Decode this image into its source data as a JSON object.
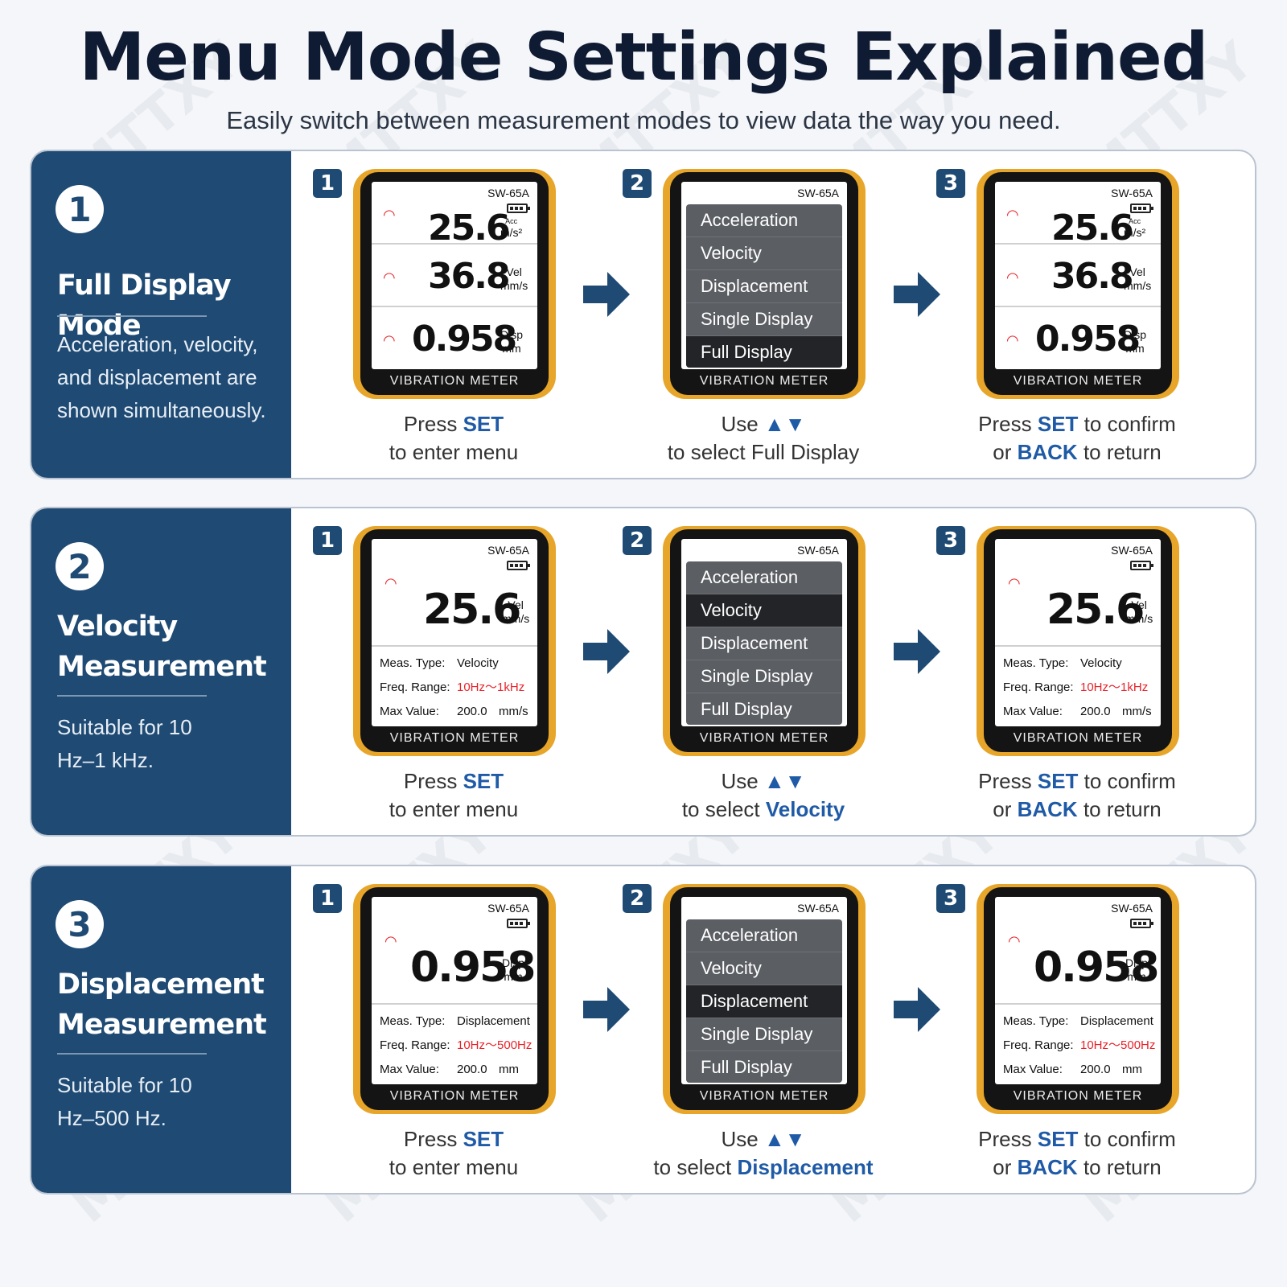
{
  "title": "Menu Mode Settings Explained",
  "subtitle": "Easily switch between measurement modes to view data the way you need.",
  "watermark": "MTTXY",
  "colors": {
    "navy": "#1e4a73",
    "device_orange": "#e7a52a",
    "value_red": "#e8232a",
    "accent_blue": "#1f5aa6"
  },
  "device": {
    "model": "SW-65A",
    "brand": "VIBRATION METER"
  },
  "menu_items": [
    "Acceleration",
    "Velocity",
    "Displacement",
    "Single Display",
    "Full Display"
  ],
  "full_readings": [
    {
      "value": "25.6",
      "label": "Acc",
      "unit": "m/s²"
    },
    {
      "value": "36.8",
      "label": "Vel",
      "unit": "mm/s"
    },
    {
      "value": "0.958",
      "label": "Disp",
      "unit": "mm"
    }
  ],
  "info_labels": {
    "type": "Meas. Type:",
    "freq": "Freq. Range:",
    "max": "Max Value:"
  },
  "captions": {
    "press": "Press",
    "set": "SET",
    "to_enter": "to enter menu",
    "use": "Use",
    "up_down": "▲▼",
    "to_select": "to select",
    "to_confirm": "to confirm",
    "or": "or",
    "back": "BACK",
    "to_return": "to return",
    "full_display": "Full Display"
  },
  "sections": [
    {
      "number": "1",
      "title": "Full Display Mode",
      "description": "Acceleration, velocity, and displacement are shown simultaneously.",
      "selected": "Full Display",
      "step2_target": "Full Display"
    },
    {
      "number": "2",
      "title": "Velocity Measurement",
      "description": "Suitable for 10 Hz–1 kHz.",
      "selected": "Velocity",
      "step2_target": "Velocity",
      "reading": {
        "value": "25.6",
        "label": "Vel",
        "unit": "mm/s"
      },
      "info": {
        "type": "Velocity",
        "freq": "10Hz～1kHz",
        "max": "200.0",
        "max_unit": "mm/s"
      }
    },
    {
      "number": "3",
      "title": "Displacement Measurement",
      "description": "Suitable for 10 Hz–500 Hz.",
      "selected": "Displacement",
      "step2_target": "Displacement",
      "reading": {
        "value": "0.958",
        "label": "Disp",
        "unit": "mm"
      },
      "info": {
        "type": "Displacement",
        "freq": "10Hz～500Hz",
        "max": "200.0",
        "max_unit": "mm"
      }
    }
  ],
  "step_numbers": [
    "1",
    "2",
    "3"
  ]
}
